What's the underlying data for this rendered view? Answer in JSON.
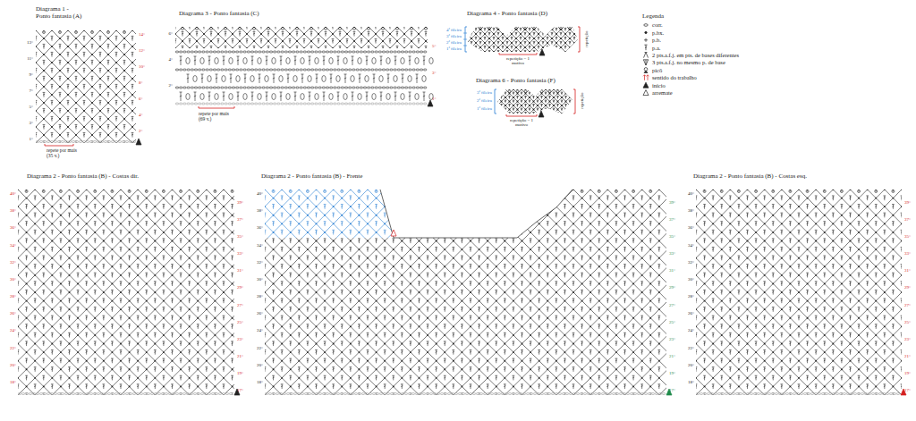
{
  "diagram": {
    "labels": [
      "Diagrama 1 -",
      "Ponto fantasia (A)",
      "13°",
      "11°",
      "9°",
      "7°",
      "5°",
      "3°",
      "1°",
      "14°",
      "12°",
      "10°",
      "8°",
      "6°",
      "4°",
      "2°",
      "repete por mais (35 v.)",
      "Diagrama 3 - Ponto fantasia (C)",
      "6°",
      "4°",
      "2°",
      "5°",
      "3°",
      "1°",
      "repete por mais (69 v.)",
      "Diagrama 4 - Ponto fantasia (D)",
      "4ª fileira",
      "3ª fileira",
      "2ª fileira",
      "1ª fileira",
      "repetição = 1 motivo",
      "repetição",
      "Diagrama 6 - Ponto fantasia (F)",
      "3ª fileira",
      "2ª fileira",
      "1ª fileira",
      "repetição = 1 motivo",
      "repetição",
      "Legenda",
      "Diagrama 2 - Ponto fantasia (B) - Costas dir.",
      "40°",
      "38°",
      "36°",
      "34°",
      "32°",
      "30°",
      "28°",
      "26°",
      "24°",
      "22°",
      "20°",
      "18°",
      "39°",
      "37°",
      "35°",
      "33°",
      "31°",
      "29°",
      "27°",
      "25°",
      "23°",
      "21°",
      "19°",
      "17°",
      "Diagrama 2 - Ponto fantasia (B) - Frente",
      "40°",
      "38°",
      "36°",
      "34°",
      "32°",
      "30°",
      "28°",
      "26°",
      "24°",
      "22°",
      "20°",
      "18°",
      "39°",
      "37°",
      "35°",
      "33°",
      "31°",
      "29°",
      "27°",
      "25°",
      "23°",
      "21°",
      "19°",
      "17°",
      "Diagrama 2 - Ponto fantasia (B) - Costas esq.",
      "40°",
      "38°",
      "36°",
      "34°",
      "32°",
      "30°",
      "28°",
      "26°",
      "24°",
      "22°",
      "20°",
      "18°",
      "39°",
      "37°",
      "35°",
      "33°",
      "31°",
      "29°",
      "27°",
      "25°",
      "23°",
      "21°",
      "19°",
      "17°"
    ],
    "legend": [
      {
        "text": "corr."
      },
      {
        "text": "p.bx."
      },
      {
        "text": "p.b."
      },
      {
        "text": "p.a."
      },
      {
        "text": "2 pts.a.f.j. em pts. de bases diferentes"
      },
      {
        "text": "3 pts.a.f.j. no mesmo p. de base"
      },
      {
        "text": "picô"
      },
      {
        "text": "sentido do trabalho"
      },
      {
        "text": "início"
      },
      {
        "text": "arremate"
      }
    ]
  }
}
